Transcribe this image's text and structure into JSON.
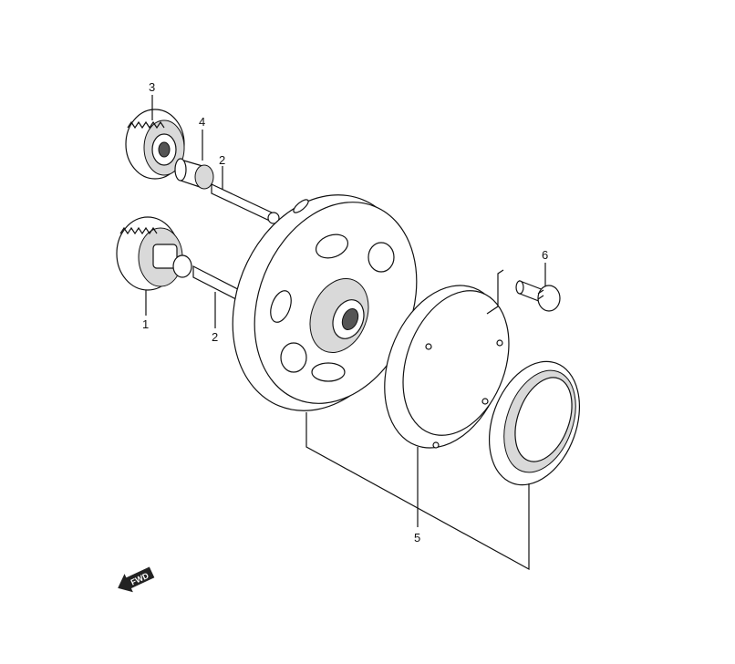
{
  "callouts": {
    "c1": "1",
    "c2a": "2",
    "c2b": "2",
    "c3": "3",
    "c4": "4",
    "c5": "5",
    "c6": "6"
  },
  "direction_badge": {
    "label": "FWD",
    "icon": "arrow-left-icon"
  }
}
